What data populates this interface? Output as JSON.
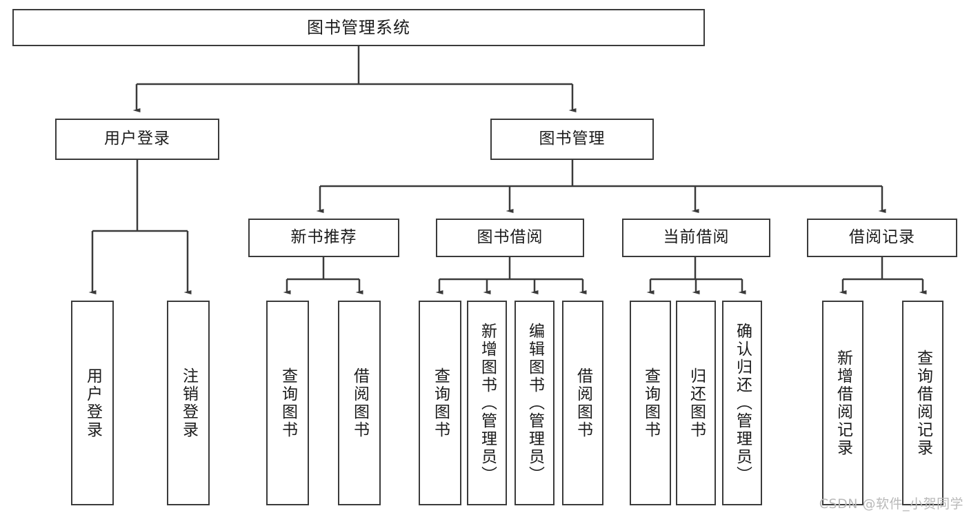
{
  "diagram": {
    "title": "图书管理系统",
    "type": "tree",
    "watermark": "CSDN @软件_小贺同学",
    "colors": {
      "stroke": "#3a3a3a",
      "fill": "#ffffff",
      "text": "#1b1b1b",
      "watermark": "#b9b9b9"
    },
    "nodes": {
      "root": {
        "label": "图书管理系统"
      },
      "level2": [
        {
          "label": "用户登录"
        },
        {
          "label": "图书管理"
        }
      ],
      "level3": [
        {
          "label": "新书推荐"
        },
        {
          "label": "图书借阅"
        },
        {
          "label": "当前借阅"
        },
        {
          "label": "借阅记录"
        }
      ],
      "leaves": {
        "user_login": [
          {
            "label": "用户登录"
          },
          {
            "label": "注销登录"
          }
        ],
        "new_book": [
          {
            "label": "查询图书"
          },
          {
            "label": "借阅图书"
          }
        ],
        "book_borrow": [
          {
            "label": "查询图书"
          },
          {
            "label": "新增图书（管理员）"
          },
          {
            "label": "编辑图书（管理员）"
          },
          {
            "label": "借阅图书"
          }
        ],
        "current_borrow": [
          {
            "label": "查询图书"
          },
          {
            "label": "归还图书"
          },
          {
            "label": "确认归还（管理员）"
          }
        ],
        "borrow_record": [
          {
            "label": "新增借阅记录"
          },
          {
            "label": "查询借阅记录"
          }
        ]
      }
    }
  }
}
